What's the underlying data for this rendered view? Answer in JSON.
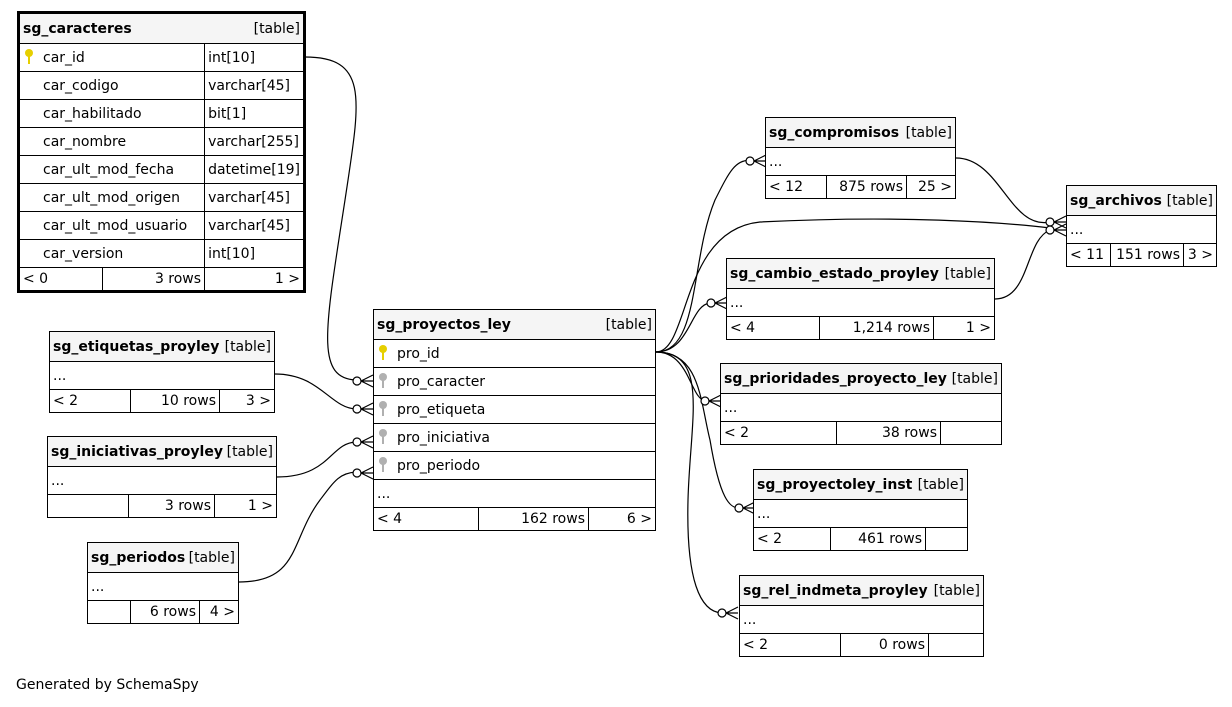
{
  "colors": {
    "primary_key": "#e6cf00",
    "foreign_key": "#b0b0b0",
    "header_bg": "#f5f5f5"
  },
  "tables": {
    "sg_caracteres": {
      "name": "sg_caracteres",
      "type": "[table]",
      "columns": [
        {
          "name": "car_id",
          "type": "int[10]",
          "key": "primary"
        },
        {
          "name": "car_codigo",
          "type": "varchar[45]"
        },
        {
          "name": "car_habilitado",
          "type": "bit[1]"
        },
        {
          "name": "car_nombre",
          "type": "varchar[255]"
        },
        {
          "name": "car_ult_mod_fecha",
          "type": "datetime[19]"
        },
        {
          "name": "car_ult_mod_origen",
          "type": "varchar[45]"
        },
        {
          "name": "car_ult_mod_usuario",
          "type": "varchar[45]"
        },
        {
          "name": "car_version",
          "type": "int[10]"
        }
      ],
      "parents": "< 0",
      "rows": "3 rows",
      "children": "1 >"
    },
    "sg_etiquetas_proyley": {
      "name": "sg_etiquetas_proyley",
      "type": "[table]",
      "ellipsis": "...",
      "parents": "< 2",
      "rows": "10 rows",
      "children": "3 >"
    },
    "sg_iniciativas_proyley": {
      "name": "sg_iniciativas_proyley",
      "type": "[table]",
      "ellipsis": "...",
      "parents": "",
      "rows": "3 rows",
      "children": "1 >"
    },
    "sg_periodos": {
      "name": "sg_periodos",
      "type": "[table]",
      "ellipsis": "...",
      "parents": "",
      "rows": "6 rows",
      "children": "4 >"
    },
    "sg_proyectos_ley": {
      "name": "sg_proyectos_ley",
      "type": "[table]",
      "columns": [
        {
          "name": "pro_id",
          "key": "primary"
        },
        {
          "name": "pro_caracter",
          "key": "foreign"
        },
        {
          "name": "pro_etiqueta",
          "key": "foreign"
        },
        {
          "name": "pro_iniciativa",
          "key": "foreign"
        },
        {
          "name": "pro_periodo",
          "key": "foreign"
        }
      ],
      "ellipsis": "...",
      "parents": "< 4",
      "rows": "162 rows",
      "children": "6 >"
    },
    "sg_compromisos": {
      "name": "sg_compromisos",
      "type": "[table]",
      "ellipsis": "...",
      "parents": "< 12",
      "rows": "875 rows",
      "children": "25 >"
    },
    "sg_archivos": {
      "name": "sg_archivos",
      "type": "[table]",
      "ellipsis": "...",
      "parents": "< 11",
      "rows": "151 rows",
      "children": "3 >"
    },
    "sg_cambio_estado_proyley": {
      "name": "sg_cambio_estado_proyley",
      "type": "[table]",
      "ellipsis": "...",
      "parents": "< 4",
      "rows": "1,214 rows",
      "children": "1 >"
    },
    "sg_prioridades_proyecto_ley": {
      "name": "sg_prioridades_proyecto_ley",
      "type": "[table]",
      "ellipsis": "...",
      "parents": "< 2",
      "rows": "38 rows",
      "children": ""
    },
    "sg_proyectoley_inst": {
      "name": "sg_proyectoley_inst",
      "type": "[table]",
      "ellipsis": "...",
      "parents": "< 2",
      "rows": "461 rows",
      "children": ""
    },
    "sg_rel_indmeta_proyley": {
      "name": "sg_rel_indmeta_proyley",
      "type": "[table]",
      "ellipsis": "...",
      "parents": "< 2",
      "rows": "0 rows",
      "children": ""
    }
  },
  "footer": "Generated by SchemaSpy"
}
